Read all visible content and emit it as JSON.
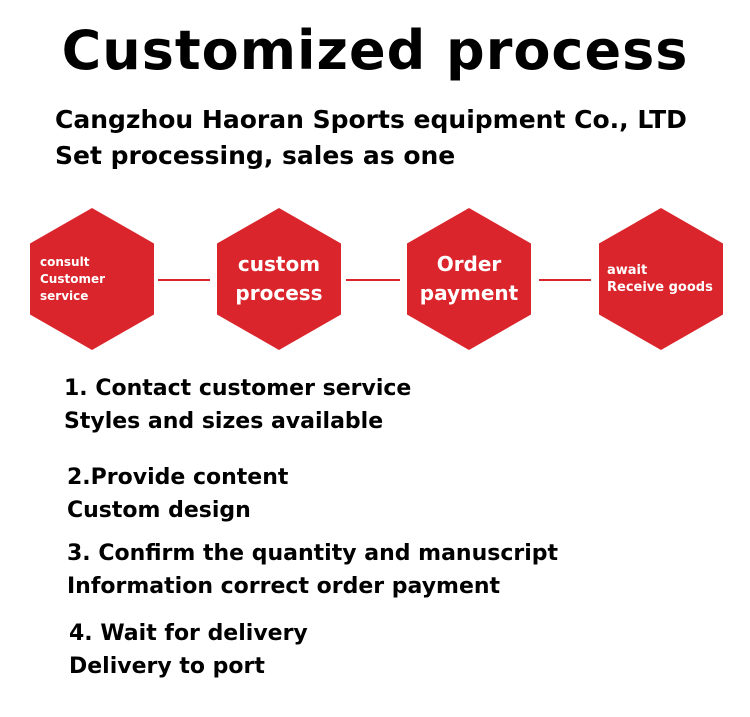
{
  "title": "Customized process",
  "subtitle": {
    "line1": "Cangzhou Haoran Sports equipment Co., LTD",
    "line2": "Set processing, sales as one"
  },
  "flow": [
    {
      "line1": "consult",
      "line2": "Customer service"
    },
    {
      "line1": "custom",
      "line2": "process"
    },
    {
      "line1": "Order",
      "line2": "payment"
    },
    {
      "line1": "await",
      "line2": "Receive goods"
    }
  ],
  "steps": [
    {
      "line1": "1. Contact customer service",
      "line2": "Styles and sizes available"
    },
    {
      "line1": "2.Provide content",
      "line2": "Custom design"
    },
    {
      "line1": "3. Confirm the quantity and manuscript",
      "line2": "Information correct order payment"
    },
    {
      "line1": "4. Wait for delivery",
      "line2": "Delivery to port"
    }
  ],
  "colors": {
    "accent": "#d9252b",
    "text": "#000000",
    "hex_text": "#ffffff"
  }
}
